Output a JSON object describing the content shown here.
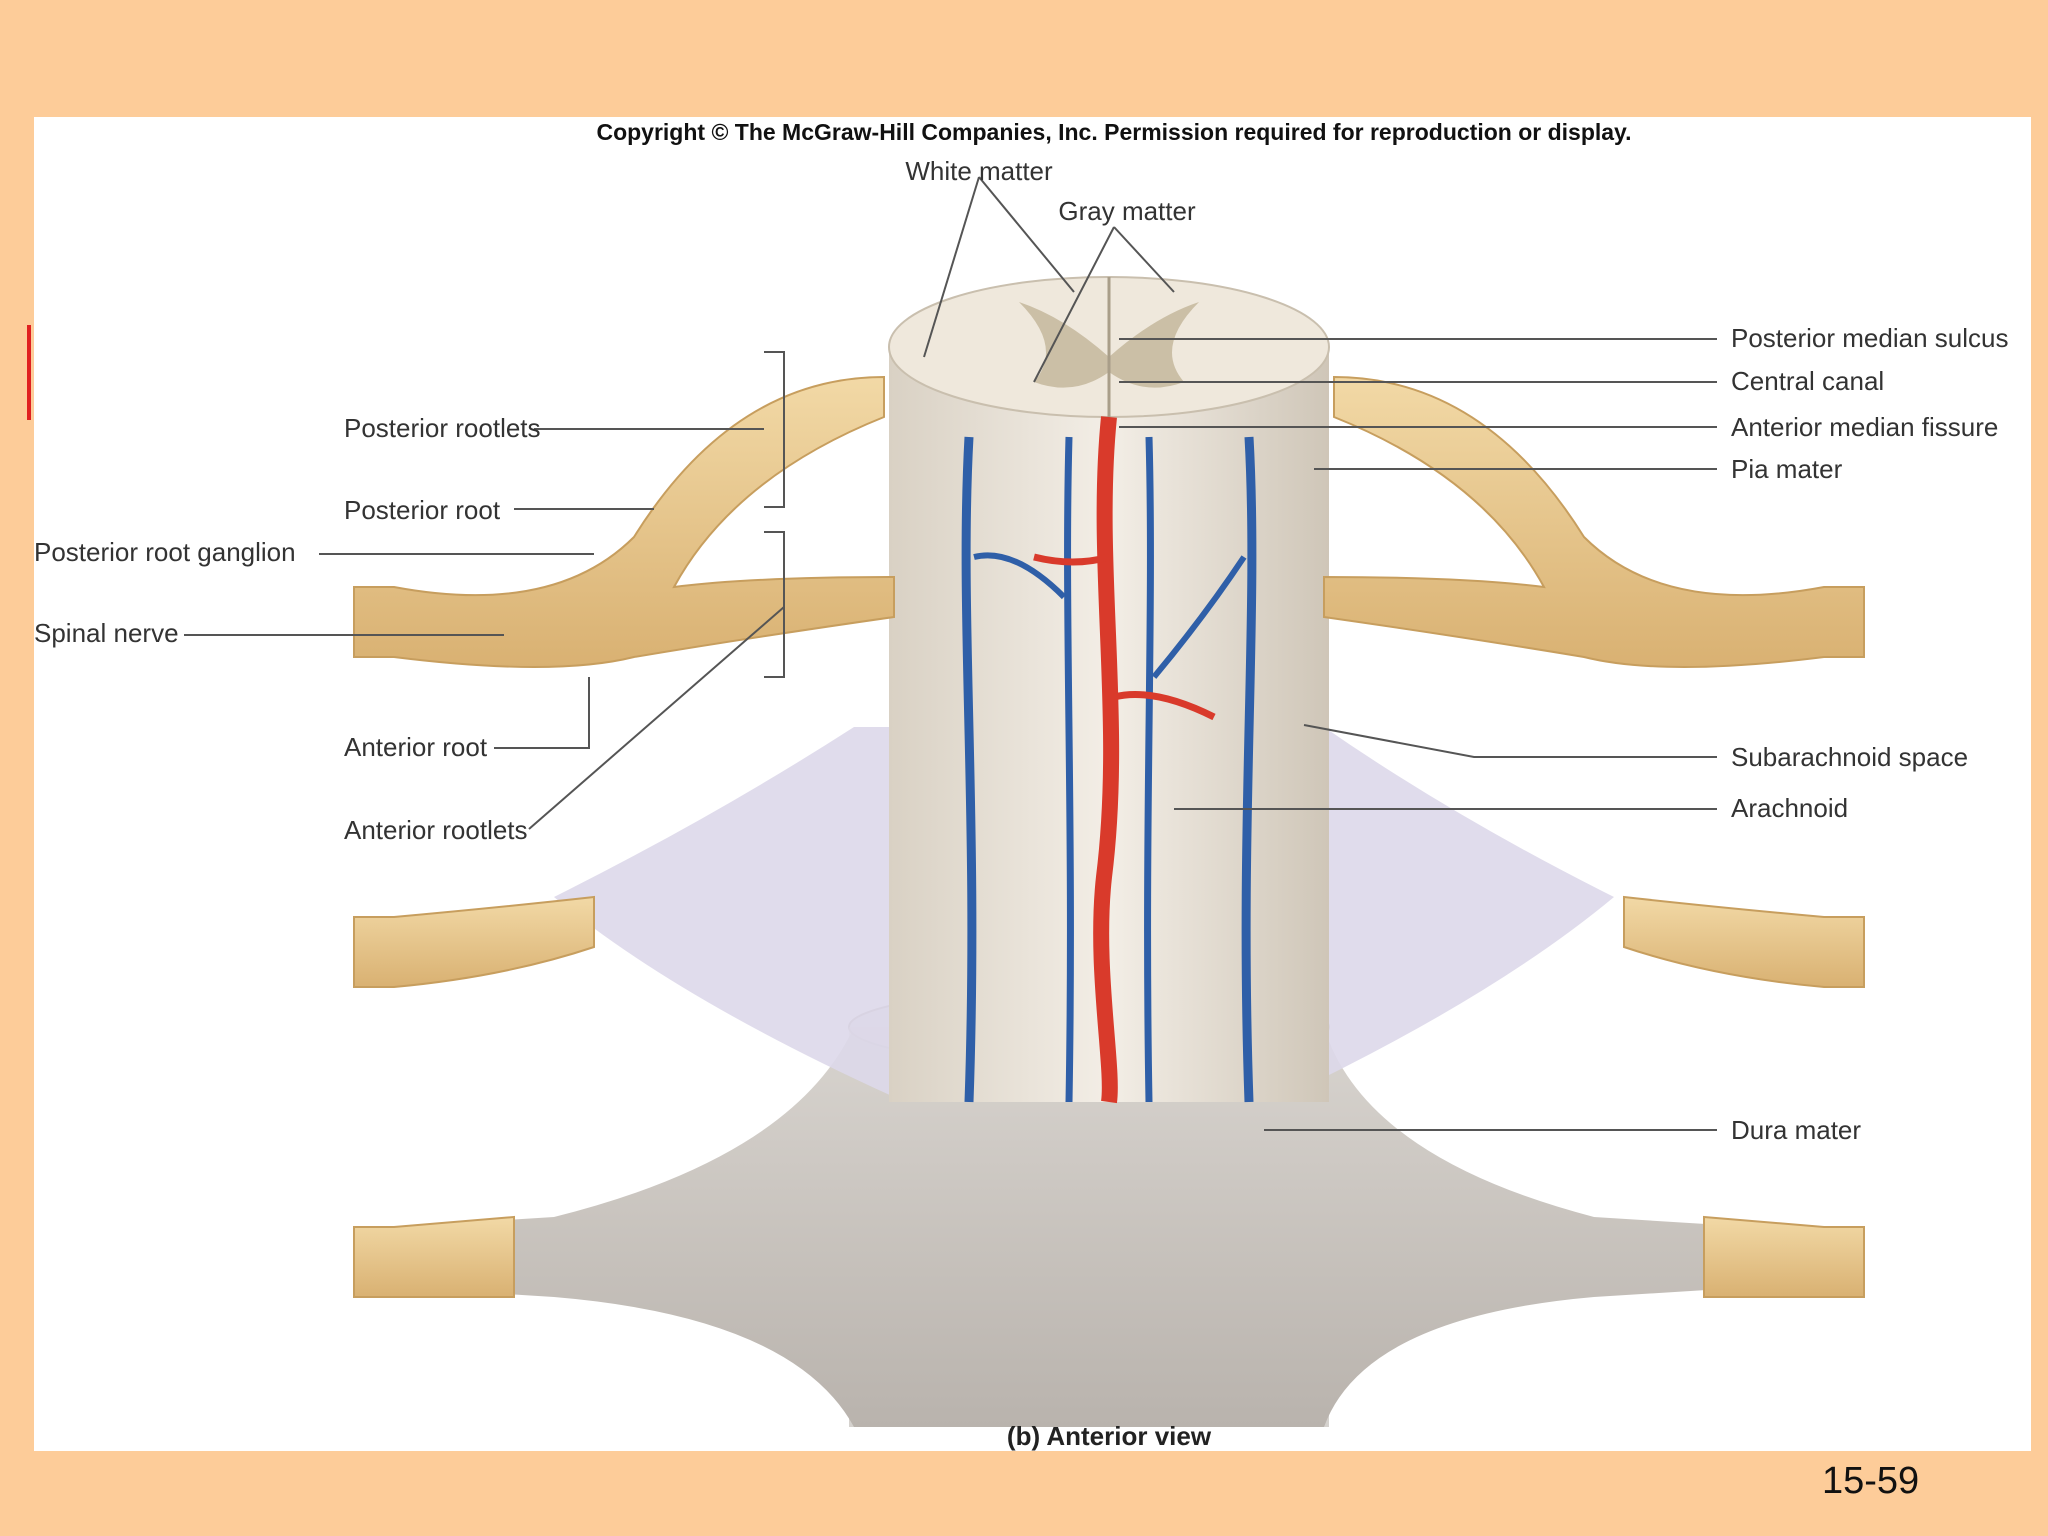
{
  "copyright": "Copyright © The McGraw-Hill Companies, Inc. Permission required for reproduction or display.",
  "caption": "(b) Anterior view",
  "slide_number": "15-59",
  "labels": {
    "white_matter": "White matter",
    "gray_matter": "Gray matter",
    "posterior_median_sulcus": "Posterior median sulcus",
    "central_canal": "Central canal",
    "anterior_median_fissure": "Anterior median fissure",
    "pia_mater": "Pia mater",
    "posterior_rootlets": "Posterior rootlets",
    "posterior_root": "Posterior root",
    "posterior_root_ganglion": "Posterior root ganglion",
    "spinal_nerve": "Spinal nerve",
    "anterior_root": "Anterior root",
    "anterior_rootlets": "Anterior rootlets",
    "subarachnoid_space": "Subarachnoid space",
    "arachnoid": "Arachnoid",
    "dura_mater": "Dura mater"
  },
  "colors": {
    "background": "#FDCC99",
    "nerve": "#E8C48A",
    "artery": "#D93A2B",
    "vein": "#2F5FA8",
    "dura": "#C9C4BE",
    "arachnoid": "#D9D4E8"
  }
}
